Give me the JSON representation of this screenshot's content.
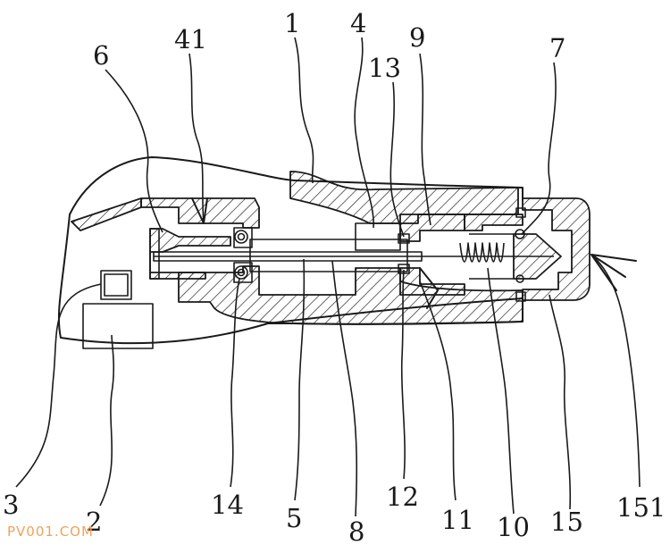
{
  "watermark": "PV001.COM",
  "labels": {
    "l1": "1",
    "l2": "2",
    "l3": "3",
    "l4": "4",
    "l5": "5",
    "l6": "6",
    "l7": "7",
    "l8": "8",
    "l9": "9",
    "l10": "10",
    "l11": "11",
    "l12": "12",
    "l13": "13",
    "l14": "14",
    "l15": "15",
    "l41": "41",
    "l151": "151"
  }
}
